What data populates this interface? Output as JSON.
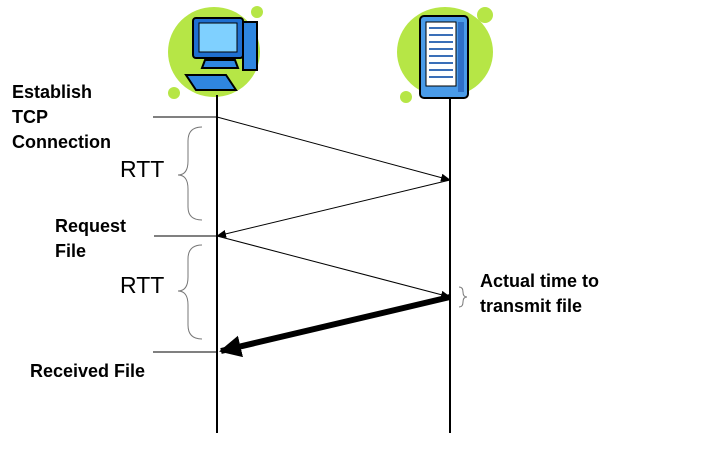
{
  "labels": {
    "establish": [
      "Establish",
      "TCP",
      "Connection"
    ],
    "request": [
      "Request",
      "File"
    ],
    "received": "Received File",
    "transmit": [
      "Actual time to",
      "transmit file"
    ],
    "rtt_1": "RTT",
    "rtt_2": "RTT"
  },
  "nodes": {
    "client_icon": "desktop-computer-icon",
    "server_icon": "server-tower-icon"
  },
  "colors": {
    "blob": "#b6e646",
    "monitor": "#2f86e0",
    "server": "#4a9be8",
    "line": "#000000"
  }
}
